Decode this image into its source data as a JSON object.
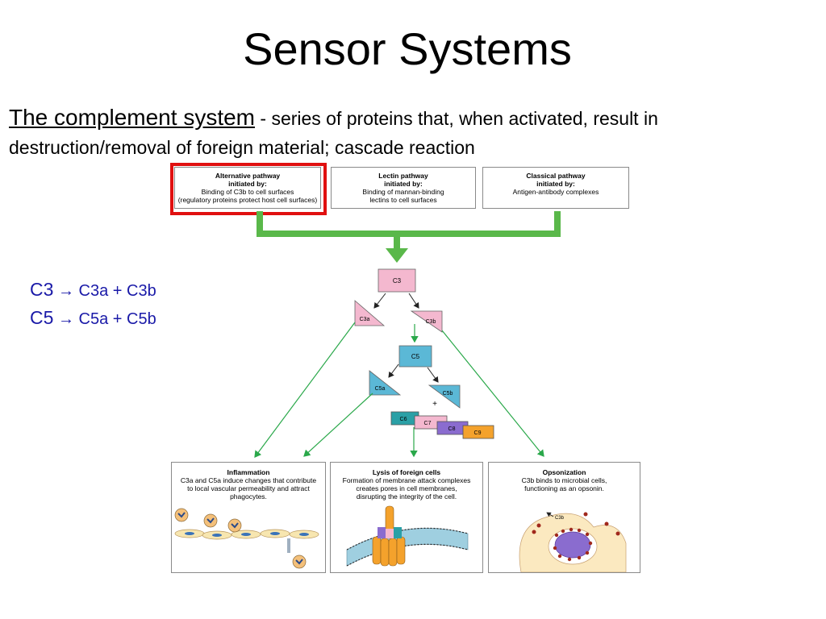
{
  "title": "Sensor Systems",
  "intro": {
    "heading": "The complement system",
    "text_line1": " - series of proteins that, when activated, result in",
    "text_line2": "destruction/removal of foreign material; cascade reaction"
  },
  "pathways": [
    {
      "title": "Alternative pathway",
      "subtitle": "initiated by:",
      "line1": "Binding of C3b to cell surfaces",
      "line2": "(regulatory proteins protect host cell surfaces)"
    },
    {
      "title": "Lectin pathway",
      "subtitle": "initiated by:",
      "line1": "Binding of mannan-binding",
      "line2": "lectins to cell surfaces"
    },
    {
      "title": "Classical pathway",
      "subtitle": "initiated by:",
      "line1": "Antigen-antibody complexes",
      "line2": ""
    }
  ],
  "equations": [
    {
      "left": "C3",
      "arrow": "→",
      "right": "C3a + C3b"
    },
    {
      "left": "C5",
      "arrow": "→",
      "right": "C5a + C5b"
    }
  ],
  "components": {
    "c3": "C3",
    "c3a": "C3a",
    "c3b": "C3b",
    "c5": "C5",
    "c5a": "C5a",
    "c5b": "C5b",
    "plus": "+",
    "c6": "C6",
    "c7": "C7",
    "c8": "C8",
    "c9": "C9",
    "c3b_small": "C3b"
  },
  "outcomes": [
    {
      "title": "Inflammation",
      "line1": "C3a and C5a induce changes that contribute",
      "line2": "to local vascular permeability and attract",
      "line3": "phagocytes."
    },
    {
      "title": "Lysis of foreign cells",
      "line1": "Formation of membrane attack complexes",
      "line2": "creates pores in cell membranes,",
      "line3": "disrupting the integrity of the cell."
    },
    {
      "title": "Opsonization",
      "line1": "C3b binds to microbial cells,",
      "line2": "functioning as an opsonin.",
      "line3": ""
    }
  ],
  "colors": {
    "pink": "#f4b8cf",
    "blue": "#5bb8d6",
    "purple": "#8a6ccf",
    "orange": "#f4a22c",
    "teal": "#2aa0a6",
    "green": "#2aa84a",
    "red_frame": "#e01010",
    "equation_blue": "#1a1aa8"
  }
}
